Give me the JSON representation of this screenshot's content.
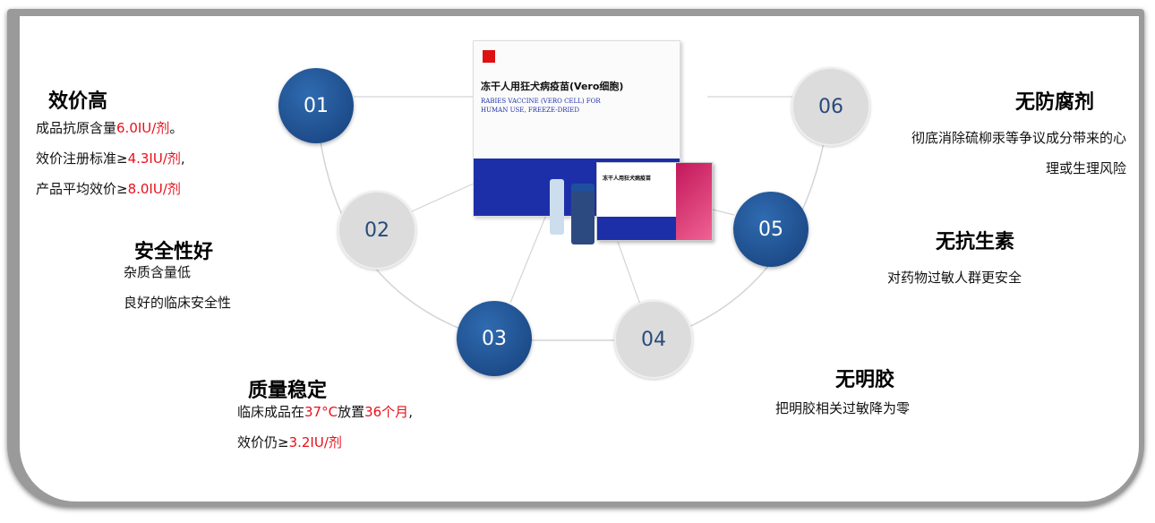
{
  "product": {
    "title": "冻干人用狂犬病疫苗(Vero细胞)",
    "english": "RABIES VACCINE (VERO CELL) FOR HUMAN USE, FREEZE-DRIED"
  },
  "steps": [
    {
      "num": "01"
    },
    {
      "num": "02"
    },
    {
      "num": "03"
    },
    {
      "num": "04"
    },
    {
      "num": "05"
    },
    {
      "num": "06"
    }
  ],
  "features": {
    "potency": {
      "title": "效价高",
      "l1a": "成品抗原含量",
      "l1b": "6.0IU/剂",
      "l1c": "。",
      "l2a": "效价注册标准≥",
      "l2b": "4.3IU/剂",
      "l2c": ",",
      "l3a": "产品平均效价≥",
      "l3b": "8.0IU/剂"
    },
    "safety": {
      "title": "安全性好",
      "l1": "杂质含量低",
      "l2": "良好的临床安全性"
    },
    "stable": {
      "title": "质量稳定",
      "l1a": "临床成品在",
      "l1b": "37°C",
      "l1c": "放置",
      "l1d": "36个月",
      "l1e": ",",
      "l2a": "效价仍≥",
      "l2b": "3.2IU/剂"
    },
    "gelatin": {
      "title": "无明胶",
      "l1": "把明胶相关过敏降为零"
    },
    "antibiotic": {
      "title": "无抗生素",
      "l1": "对药物过敏人群更安全"
    },
    "preservative": {
      "title": "无防腐剂",
      "l1": "彻底消除硫柳汞等争议成分带来的心",
      "l2": "理或生理风险"
    }
  },
  "colors": {
    "accent_red": "#e8101a",
    "circle_blue": "#1e4f8f"
  }
}
